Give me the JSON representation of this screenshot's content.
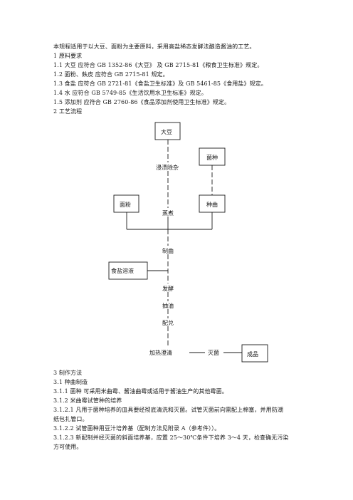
{
  "intro": "本规程适用于以大豆、面粉为主要原料，采用高盐稀态发酵法酿造酱油的工艺。",
  "section1": {
    "heading": "1  原料要求",
    "items": [
      "1.1  大豆  应符合  GB 1352-86《大豆》  及 GB 2715-81《粮食卫生标准》规定。",
      "1.2  面粉、麸皮  应符合  GB 2715-81  规定。",
      "1.3  食盐  应符合 GB 2721-81《食盐卫生标准》及 GB 5461-85《食用盐》规定。",
      "1.4  水  应符合 GB 5749-85《生活饮用水卫生标准》规定。",
      "1.5  添加剂  应符合 GB 2760-86《食品添加剂使用卫生标准》规定。"
    ]
  },
  "section2": {
    "heading": "2  工艺流程"
  },
  "flow": {
    "soybean": "大豆",
    "strain": "菌种",
    "soak": "浸渍除杂",
    "flour": "面粉",
    "seed_koji": "种曲",
    "steam": "蒸煮",
    "koji": "制曲",
    "brine": "食盐溶液",
    "ferment": "发酵",
    "extract": "抽油",
    "blend": "配兑",
    "heat": "加热澄清",
    "sterilize": "灭菌",
    "product": "成品"
  },
  "section3": {
    "heading": "3  制作方法",
    "lines": [
      "3.1  种曲制造",
      "3.1.1  菌种  可采用米曲霉、酱油曲霉或适用于酱油生产的其他霉菌。",
      "3.1.2  米曲霉试管种的培养",
      "3.1.2.1  凡用于菌种培养的皿具要经彻底清洗和灭菌。试管灭菌前向需配上棉塞，并用防潮",
      "纸包扎管口。",
      "3.1.2.2  试管菌种用豆汁培养基（配制方法见附录  A（参考件））。",
      "3.1.2.3  新配制并经灭菌的斜面培养基，应置  25～30℃条件下培养  3～4  天，检查确无污染",
      "方可使用。"
    ]
  }
}
